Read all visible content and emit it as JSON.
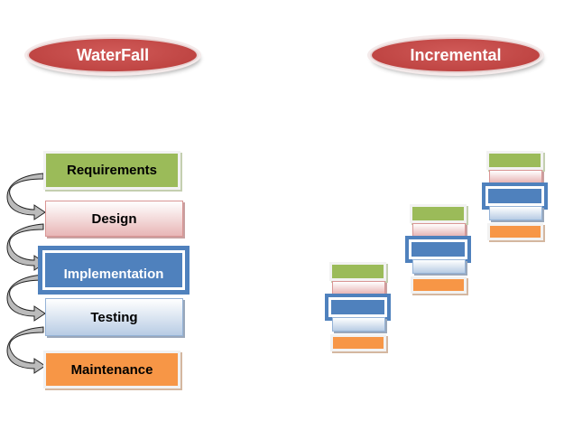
{
  "titles": {
    "waterfall": "WaterFall",
    "incremental": "Incremental"
  },
  "waterfall_steps": [
    "Requirements",
    "Design",
    "Implementation",
    "Testing",
    "Maintenance"
  ],
  "colors": {
    "title": "#c0504d",
    "requirements": "#9bbb59",
    "design": "#e6b9b8",
    "implementation": "#4f81bd",
    "testing": "#b8cce4",
    "maintenance": "#f79646"
  }
}
